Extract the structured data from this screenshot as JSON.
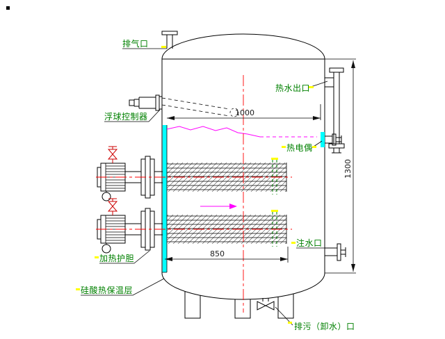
{
  "diagram": {
    "labels": {
      "vent": "排气口",
      "float_controller": "浮球控制器",
      "hot_water_outlet": "热水出口",
      "thermocouple": "热电偶",
      "water_inlet": "注水口",
      "heating_element": "加热护胆",
      "insulation_layer": "硅酸热保温层",
      "drain_outlet": "排污（卸水）口"
    },
    "dimensions": {
      "inner_diameter": "1000",
      "shell_height": "1300",
      "element_length": "850"
    },
    "colors": {
      "line": "#000000",
      "label_text": "#008000",
      "dimension_text": "#1a1a1a",
      "centerline": "#ff0000",
      "boundary": "#ff00ff",
      "highlight_strip": "#00ffff",
      "marker": "#ffff00",
      "baffle": "#008000",
      "valve": "#cc0000"
    }
  }
}
